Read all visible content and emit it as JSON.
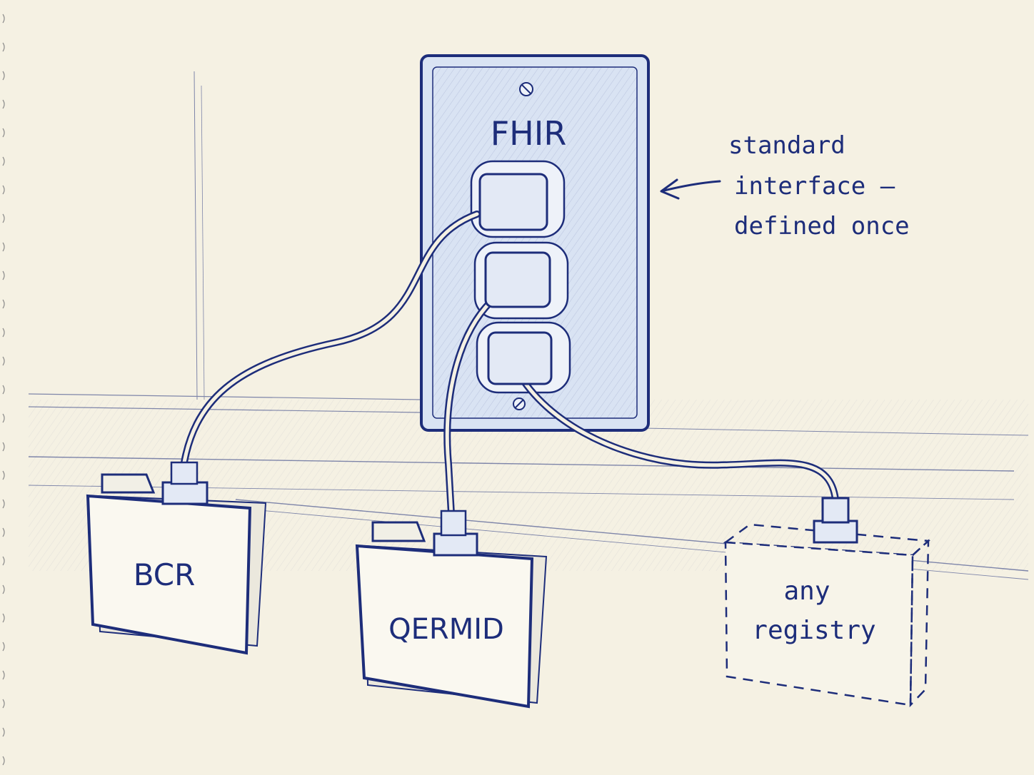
{
  "outlet": {
    "label": "FHIR"
  },
  "annotation": {
    "lines": [
      "standard",
      "interface —",
      "defined once"
    ]
  },
  "folders": [
    {
      "label": "BCR"
    },
    {
      "label": "QERMID"
    }
  ],
  "placeholder_box": {
    "lines": [
      "any",
      "registry"
    ]
  },
  "colors": {
    "ink": "#1d2d7a",
    "paper": "#f5f1e3",
    "plate_fill": "#d9e3f3"
  }
}
